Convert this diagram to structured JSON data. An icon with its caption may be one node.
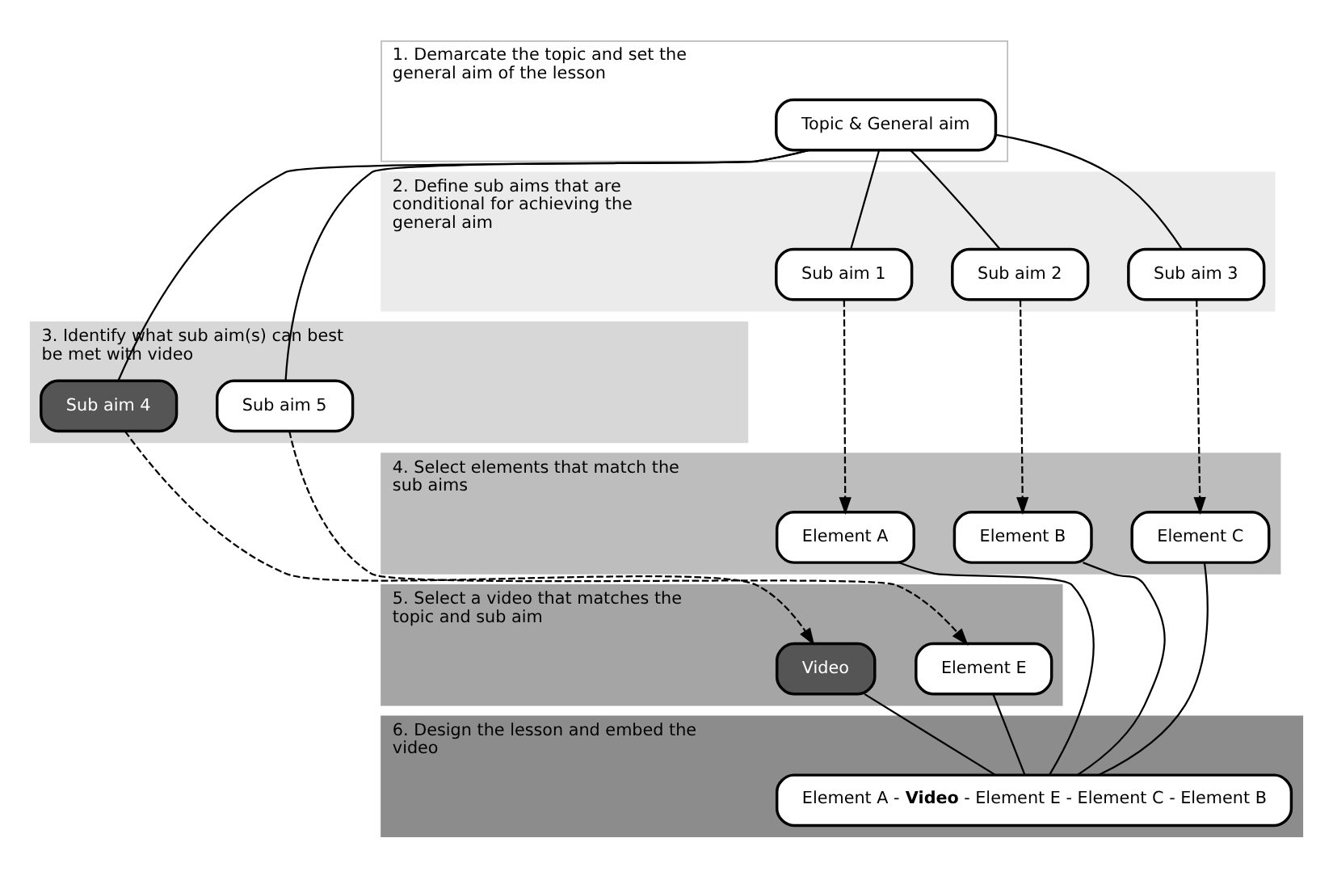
{
  "diagram": {
    "nodes": [
      {
        "text": [
          "1. Demarcate the topic and set the general aim of the lesson"
        ]
      },
      {
        "text": [
          "Topic & General aim"
        ],
        "in": 0
      },
      {
        "text": [
          "2. Define sub aims that are conditional for achieving the general aim"
        ]
      },
      {
        "text": [
          "Sub aim 1"
        ],
        "in": 2
      },
      {
        "text": [
          "Sub aim 2"
        ],
        "in": 2
      },
      {
        "text": [
          "Sub aim 3"
        ],
        "in": 2
      },
      {
        "text": [
          "3. Identify what sub aim(s) can best be met with video"
        ]
      },
      {
        "text": [
          "Sub aim 4"
        ],
        "in": 6
      },
      {
        "text": [
          "Sub aim 5"
        ],
        "in": 6
      },
      {
        "text": [
          "4. Select elements that match the sub aims"
        ]
      },
      {
        "text": [
          "Element A"
        ],
        "in": 9
      },
      {
        "text": [
          "Element B"
        ],
        "in": 9
      },
      {
        "text": [
          "Element C"
        ],
        "in": 9
      },
      {
        "text": [
          "5. Select a video that matches the topic and sub aim"
        ]
      },
      {
        "text": [
          "Video"
        ],
        "in": 13
      },
      {
        "text": [
          "Element E"
        ],
        "in": 13
      },
      {
        "text": [
          "6. Design the lesson and embed the video"
        ]
      },
      {
        "text": [
          "Element A - **Video** - Element E - Element C - Element B"
        ],
        "in": 16
      }
    ],
    "edges": [
      {
        "from": 1,
        "to": 3,
        "arrow": "none"
      },
      {
        "from": 1,
        "to": 7,
        "arrow": "none"
      },
      {
        "from": 1,
        "to": 4,
        "arrow": "none"
      },
      {
        "from": 1,
        "to": 8,
        "arrow": "none"
      },
      {
        "from": 1,
        "to": 5,
        "arrow": "none"
      },
      {
        "from": 3,
        "to": 10,
        "arrow": "to",
        "style": "dashed"
      },
      {
        "from": 4,
        "to": 11,
        "arrow": "to",
        "style": "dashed"
      },
      {
        "from": 5,
        "to": 12,
        "arrow": "to",
        "style": "dashed"
      },
      {
        "from": 7,
        "to": 14,
        "arrow": "to",
        "style": "dashed"
      },
      {
        "from": 8,
        "to": 15,
        "arrow": "to",
        "style": "dashed"
      },
      {
        "from": 10,
        "to": 17,
        "arrow": "none"
      },
      {
        "from": 14,
        "to": 17,
        "arrow": "none"
      },
      {
        "from": 11,
        "to": 17,
        "arrow": "none"
      },
      {
        "from": 15,
        "to": 17,
        "arrow": "none"
      },
      {
        "from": 12,
        "to": 17,
        "arrow": "none"
      }
    ]
  }
}
